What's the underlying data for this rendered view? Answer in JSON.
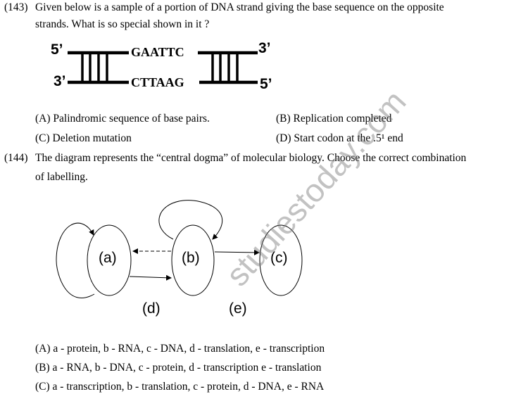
{
  "q143": {
    "number": "(143)",
    "text_line1": "Given below is a sample of a portion of DNA strand giving the base sequence on the opposite",
    "text_line2": "strands. What is so special shown in it ?",
    "diagram": {
      "top_left": "5’",
      "top_right": "3’",
      "bottom_left": "3’",
      "bottom_right": "5’",
      "top_sequence": "GAATTC",
      "bottom_sequence": "CTTAAG"
    },
    "options": [
      {
        "label": "(A) Palindromic sequence of base pairs."
      },
      {
        "label": "(B) Replication completed"
      },
      {
        "label": "(C) Deletion mutation"
      },
      {
        "label": "(D) Start codon at the .5¹ end"
      }
    ]
  },
  "q144": {
    "number": "(144)",
    "text_line1": "The diagram represents the “central dogma” of molecular biology. Choose the correct combination",
    "text_line2": "of labelling.",
    "diagram": {
      "a": "(a)",
      "b": "(b)",
      "c": "(c)",
      "d": "(d)",
      "e": "(e)"
    },
    "options": [
      {
        "label": "(A) a -  protein, b - RNA, c - DNA, d - translation, e - transcription"
      },
      {
        "label": "(B) a - RNA, b - DNA, c - protein, d - transcription e - translation"
      },
      {
        "label": "(C) a - transcription, b - translation, c - protein, d - DNA, e - RNA"
      }
    ]
  },
  "watermark": "studiestoday.com"
}
